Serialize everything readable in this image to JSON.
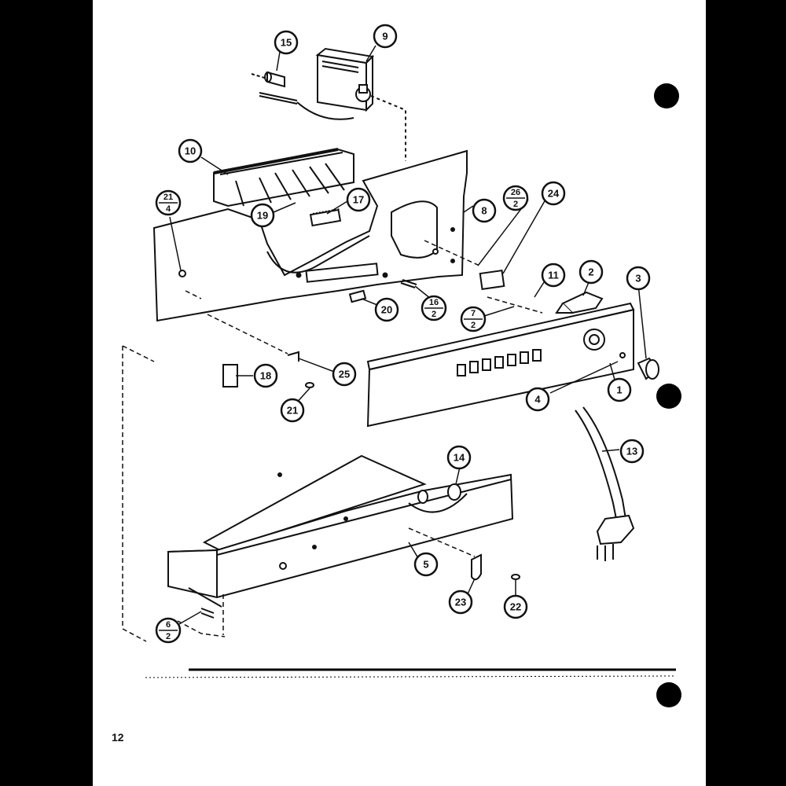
{
  "colors": {
    "ink": "#111111",
    "paper": "#ffffff",
    "border": "#000000"
  },
  "page_number": "12",
  "callouts": [
    {
      "id": "15",
      "label": "15"
    },
    {
      "id": "9",
      "label": "9"
    },
    {
      "id": "10",
      "label": "10"
    },
    {
      "id": "21-4",
      "label": "21",
      "denominator": "4"
    },
    {
      "id": "19",
      "label": "19"
    },
    {
      "id": "17",
      "label": "17"
    },
    {
      "id": "8",
      "label": "8"
    },
    {
      "id": "26-2",
      "label": "26",
      "denominator": "2"
    },
    {
      "id": "24",
      "label": "24"
    },
    {
      "id": "11",
      "label": "11"
    },
    {
      "id": "2",
      "label": "2"
    },
    {
      "id": "3",
      "label": "3"
    },
    {
      "id": "20",
      "label": "20"
    },
    {
      "id": "16-2",
      "label": "16",
      "denominator": "2"
    },
    {
      "id": "7-2",
      "label": "7",
      "denominator": "2"
    },
    {
      "id": "18",
      "label": "18"
    },
    {
      "id": "25",
      "label": "25"
    },
    {
      "id": "21",
      "label": "21"
    },
    {
      "id": "4",
      "label": "4"
    },
    {
      "id": "1",
      "label": "1"
    },
    {
      "id": "13",
      "label": "13"
    },
    {
      "id": "14",
      "label": "14"
    },
    {
      "id": "5",
      "label": "5"
    },
    {
      "id": "23",
      "label": "23"
    },
    {
      "id": "22",
      "label": "22"
    },
    {
      "id": "6-2",
      "label": "6",
      "denominator": "2"
    }
  ]
}
